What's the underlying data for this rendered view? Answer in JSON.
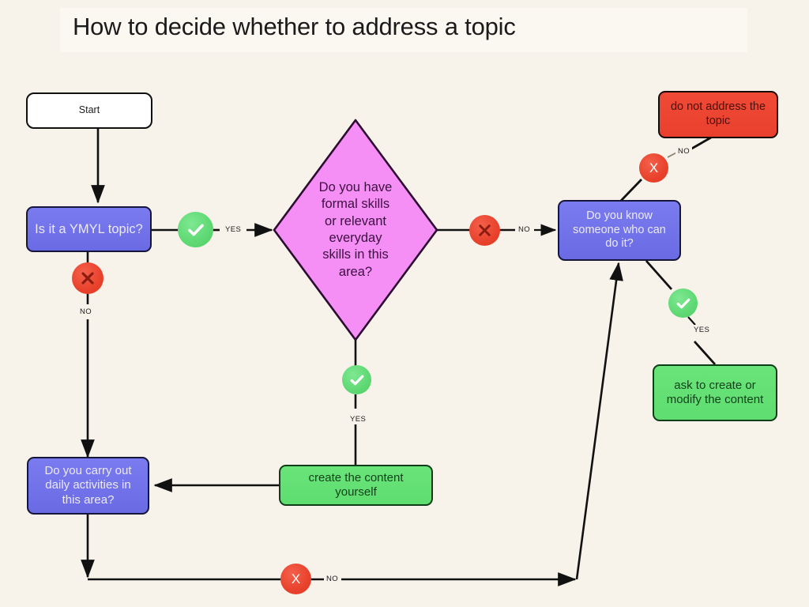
{
  "page": {
    "title": "How to decide whether to address a topic",
    "background_color": "#f7f2ea",
    "title_band_color": "#fbf8f2"
  },
  "palette": {
    "blue": "#6f6fe8",
    "red": "#ea442e",
    "green": "#62dc73",
    "pink": "#f58ef5",
    "white": "#ffffff",
    "stroke": "#18181e"
  },
  "nodes": {
    "start": {
      "label": "Start",
      "shape": "rounded-rect",
      "color": "#ffffff"
    },
    "ymyl": {
      "label": "Is it a YMYL topic?",
      "shape": "rounded-rect",
      "color": "#6f6fe8"
    },
    "skills": {
      "label": "Do you have formal skills or relevant everyday skills in this area?",
      "line1": "Do you have",
      "line2": "formal skills",
      "line3": "or relevant",
      "line4": "everyday",
      "line5": "skills in this",
      "line6": "area?",
      "shape": "diamond",
      "color": "#f58ef5"
    },
    "daily": {
      "label": "Do you carry out daily activities in this area?",
      "shape": "rounded-rect",
      "color": "#6f6fe8"
    },
    "create": {
      "label": "create the content yourself",
      "shape": "rounded-rect",
      "color": "#62dc73"
    },
    "know_someone": {
      "label": "Do you know someone who can do it?",
      "shape": "rounded-rect",
      "color": "#6f6fe8"
    },
    "do_not_address": {
      "label": "do not address the topic",
      "shape": "rounded-rect",
      "color": "#ea442e"
    },
    "ask_create": {
      "label": "ask to create or modify the content",
      "shape": "rounded-rect",
      "color": "#62dc73"
    }
  },
  "markers": {
    "ymyl_yes": {
      "type": "check",
      "icon": "check-icon",
      "color": "#5fd974"
    },
    "ymyl_no": {
      "type": "cross",
      "icon": "cross-icon",
      "color": "#e8422c"
    },
    "skills_no": {
      "type": "cross",
      "icon": "cross-icon",
      "color": "#e8422c"
    },
    "skills_yes": {
      "type": "check",
      "icon": "check-icon",
      "color": "#5fd974"
    },
    "know_no": {
      "type": "cross",
      "icon": "cross-icon",
      "color": "#e8422c",
      "glyph": "X"
    },
    "know_yes": {
      "type": "check",
      "icon": "check-icon",
      "color": "#5fd974"
    },
    "daily_no": {
      "type": "cross",
      "icon": "cross-icon",
      "color": "#e8422c",
      "glyph": "X"
    }
  },
  "edge_labels": {
    "ymyl_yes": "YES",
    "ymyl_no": "NO",
    "skills_no": "NO",
    "skills_yes": "YES",
    "know_no": "NO",
    "know_yes": "YES",
    "daily_no": "NO"
  }
}
